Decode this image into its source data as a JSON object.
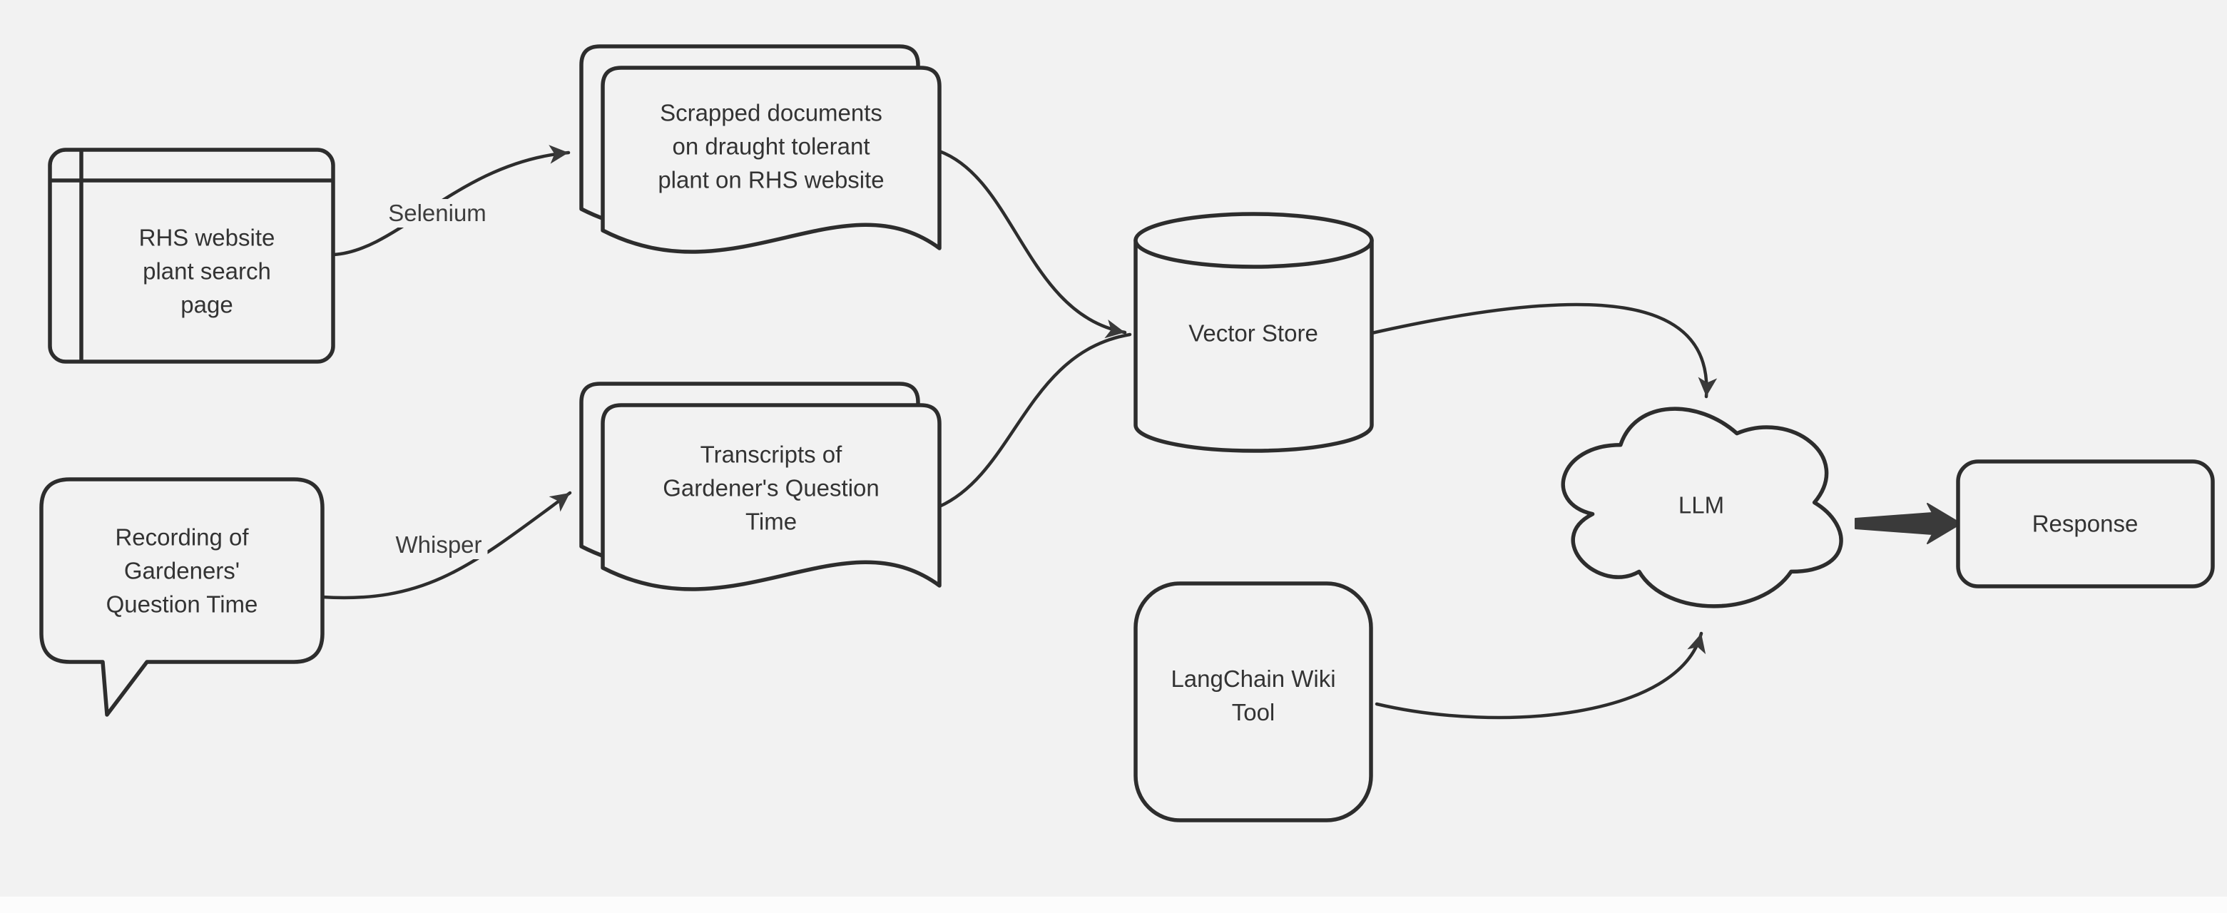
{
  "canvas": {
    "background": "#f2f2f2",
    "stroke_color": "#2d2d2d",
    "arrow_fill": "#3a3a3a",
    "text_color": "#333333"
  },
  "nodes": {
    "rhs_website": {
      "shape": "browser-window",
      "lines": {
        "l1": "RHS website",
        "l2": "plant search",
        "l3": "page"
      }
    },
    "scrapped_docs": {
      "shape": "multi-document",
      "lines": {
        "l1": "Scrapped documents",
        "l2": "on draught tolerant",
        "l3": "plant on RHS website"
      }
    },
    "recording": {
      "shape": "speech-bubble",
      "lines": {
        "l1": "Recording of",
        "l2": "Gardeners'",
        "l3": "Question Time"
      }
    },
    "transcripts": {
      "shape": "multi-document",
      "lines": {
        "l1": "Transcripts of",
        "l2": "Gardener's Question",
        "l3": "Time"
      }
    },
    "vector_store": {
      "shape": "cylinder",
      "label": "Vector Store"
    },
    "langchain_tool": {
      "shape": "rounded-rectangle",
      "lines": {
        "l1": "LangChain Wiki",
        "l2": "Tool"
      }
    },
    "llm": {
      "shape": "cloud",
      "label": "LLM"
    },
    "response": {
      "shape": "rounded-rectangle",
      "label": "Response"
    }
  },
  "edges": {
    "selenium": {
      "from": "rhs_website",
      "to": "scrapped_docs",
      "label": "Selenium"
    },
    "whisper": {
      "from": "recording",
      "to": "transcripts",
      "label": "Whisper"
    },
    "docs_to_vector": {
      "from": "scrapped_docs",
      "to": "vector_store",
      "label": ""
    },
    "transcripts_to_vector": {
      "from": "transcripts",
      "to": "vector_store",
      "label": ""
    },
    "vector_to_llm": {
      "from": "vector_store",
      "to": "llm",
      "label": ""
    },
    "langchain_to_llm": {
      "from": "langchain_tool",
      "to": "llm",
      "label": ""
    },
    "llm_to_response": {
      "from": "llm",
      "to": "response",
      "label": ""
    }
  }
}
